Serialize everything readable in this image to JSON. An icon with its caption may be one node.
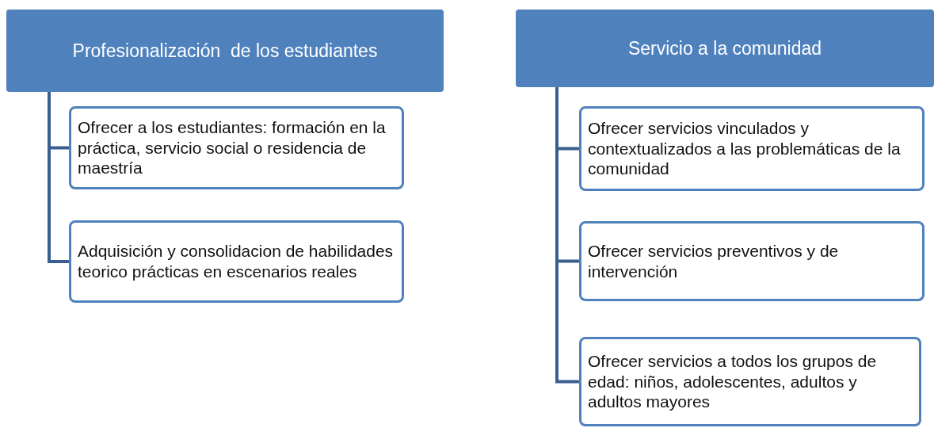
{
  "diagram": {
    "nodes": [
      {
        "text": [
          "Profesionalización  de los estudiantes"
        ]
      },
      {
        "text": [
          "Ofrecer a los estudiantes: formación en la práctica, servicio social o residencia de maestría"
        ]
      },
      {
        "text": [
          "Adquisición y consolidacion de habilidades teorico prácticas en escenarios reales"
        ]
      },
      {
        "text": [
          "Servicio a la comunidad"
        ]
      },
      {
        "text": [
          "Ofrecer servicios vinculados y contextualizados a las problemáticas de la comunidad"
        ]
      },
      {
        "text": [
          "Ofrecer servicios preventivos y de intervención"
        ]
      },
      {
        "text": [
          "Ofrecer servicios a todos los grupos de edad: niños, adolescentes, adultos y adultos mayores"
        ]
      }
    ],
    "edges": [
      {
        "from": 0,
        "to": 1,
        "arrow": "none"
      },
      {
        "from": 0,
        "to": 2,
        "arrow": "none"
      },
      {
        "from": 3,
        "to": 4,
        "arrow": "none"
      },
      {
        "from": 3,
        "to": 5,
        "arrow": "none"
      },
      {
        "from": 3,
        "to": 6,
        "arrow": "none"
      }
    ]
  }
}
